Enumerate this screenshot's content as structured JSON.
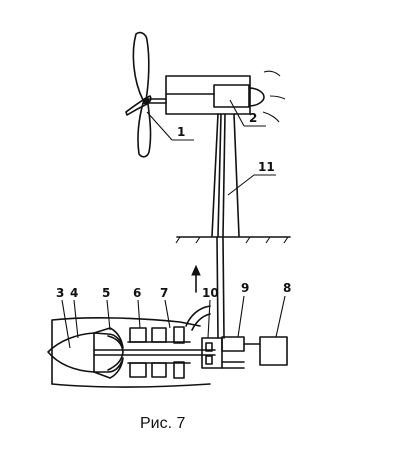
{
  "figure": {
    "caption": "Рис. 7",
    "labels": {
      "l1": "1",
      "l2": "2",
      "l3": "3",
      "l4": "4",
      "l5": "5",
      "l6": "6",
      "l7": "7",
      "l8": "8",
      "l9": "9",
      "l10": "10",
      "l11": "11"
    }
  }
}
